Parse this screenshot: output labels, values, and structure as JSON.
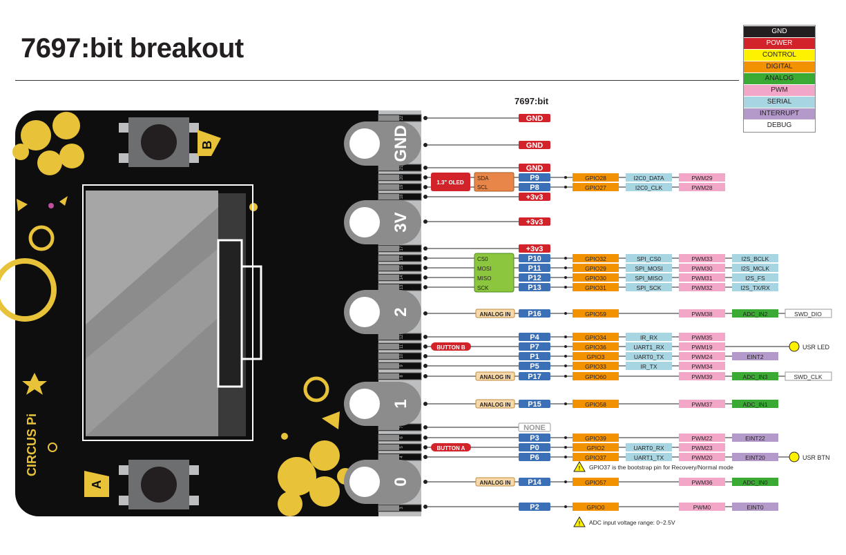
{
  "title": "7697:bit breakout",
  "header": "7697:bit",
  "legend": [
    {
      "label": "GND",
      "bg": "#231f20",
      "fg": "#ffffff"
    },
    {
      "label": "POWER",
      "bg": "#d2232a",
      "fg": "#ffffff"
    },
    {
      "label": "CONTROL",
      "bg": "#fff200",
      "fg": "#231f20"
    },
    {
      "label": "DIGITAL",
      "bg": "#f39200",
      "fg": "#231f20"
    },
    {
      "label": "ANALOG",
      "bg": "#3aaa35",
      "fg": "#231f20"
    },
    {
      "label": "PWM",
      "bg": "#f2a7c9",
      "fg": "#231f20"
    },
    {
      "label": "SERIAL",
      "bg": "#a8d5e2",
      "fg": "#231f20"
    },
    {
      "label": "INTERRUPT",
      "bg": "#b49acb",
      "fg": "#231f20"
    },
    {
      "label": "DEBUG",
      "bg": "#ffffff",
      "fg": "#231f20"
    }
  ],
  "colors": {
    "gnd": "#231f20",
    "power": "#d2232a",
    "digital": "#f39200",
    "analog": "#3aaa35",
    "pwm": "#f2a7c9",
    "serial": "#a8d5e2",
    "interrupt": "#b49acb",
    "pin": "#3b6fb6",
    "none": "#ffffff",
    "analog_in": "#f7d8a8",
    "board": "#0e0e0e",
    "gold": "#e8c33a"
  },
  "board": {
    "brand": "CIRCUS Pi",
    "button_a": "A",
    "button_b": "B",
    "pads": [
      "GND",
      "3V",
      "2",
      "1",
      "0"
    ],
    "edge_numbers": [
      "22",
      "21",
      "20",
      "19",
      "18",
      "17",
      "16",
      "15",
      "14",
      "13",
      "12",
      "11",
      "10",
      "9",
      "8",
      "7",
      "6",
      "5",
      "4",
      "3"
    ]
  },
  "pins": [
    {
      "name": "GND",
      "type": "gnd"
    },
    {
      "name": "GND",
      "type": "gnd"
    },
    {
      "name": "GND",
      "type": "gnd"
    },
    {
      "name": "P9",
      "type": "pin",
      "tag": "SDA",
      "gpio": "GPIO28",
      "serial": "I2C0_DATA",
      "pwm": "PWM29"
    },
    {
      "name": "P8",
      "type": "pin",
      "tag": "SCL",
      "gpio": "GPIO27",
      "serial": "I2C0_CLK",
      "pwm": "PWM28"
    },
    {
      "name": "+3v3",
      "type": "power"
    },
    {
      "name": "+3v3",
      "type": "power"
    },
    {
      "name": "+3v3",
      "type": "power"
    },
    {
      "name": "P10",
      "type": "pin",
      "tag": "CS0",
      "gpio": "GPIO32",
      "serial": "SPI_CS0",
      "pwm": "PWM33",
      "serial2": "I2S_BCLK"
    },
    {
      "name": "P11",
      "type": "pin",
      "tag": "MOSI",
      "gpio": "GPIO29",
      "serial": "SPI_MOSI",
      "pwm": "PWM30",
      "serial2": "I2S_MCLK"
    },
    {
      "name": "P12",
      "type": "pin",
      "tag": "MISO",
      "gpio": "GPIO30",
      "serial": "SPI_MISO",
      "pwm": "PWM31",
      "serial2": "I2S_FS"
    },
    {
      "name": "P13",
      "type": "pin",
      "tag": "SCK",
      "gpio": "GPIO31",
      "serial": "SPI_SCK",
      "pwm": "PWM32",
      "serial2": "I2S_TX/RX"
    },
    {
      "name": "P16",
      "type": "pin",
      "tag": "ANALOG IN",
      "gpio": "GPIO59",
      "pwm": "PWM38",
      "adc": "ADC_IN2",
      "debug": "SWD_DIO"
    },
    {
      "name": "P4",
      "type": "pin",
      "gpio": "GPIO34",
      "serial": "IR_RX",
      "pwm": "PWM35"
    },
    {
      "name": "P7",
      "type": "pin",
      "tag": "BUTTON B",
      "gpio": "GPIO36",
      "serial": "UART1_RX",
      "pwm": "PWM19",
      "extra": "USR LED"
    },
    {
      "name": "P1",
      "type": "pin",
      "gpio": "GPIO3",
      "serial": "UART0_TX",
      "pwm": "PWM24",
      "eint": "EINT2"
    },
    {
      "name": "P5",
      "type": "pin",
      "gpio": "GPIO33",
      "serial": "IR_TX",
      "pwm": "PWM34"
    },
    {
      "name": "P17",
      "type": "pin",
      "tag": "ANALOG IN",
      "gpio": "GPIO60",
      "pwm": "PWM39",
      "adc": "ADC_IN3",
      "debug": "SWD_CLK"
    },
    {
      "name": "P15",
      "type": "pin",
      "tag": "ANALOG IN",
      "gpio": "GPIO58",
      "pwm": "PWM37",
      "adc": "ADC_IN1"
    },
    {
      "name": "NONE",
      "type": "none"
    },
    {
      "name": "P3",
      "type": "pin",
      "gpio": "GPIO39",
      "pwm": "PWM22",
      "eint": "EINT22"
    },
    {
      "name": "P0",
      "type": "pin",
      "tag": "BUTTON A",
      "gpio": "GPIO2",
      "serial": "UART0_RX",
      "pwm": "PWM23"
    },
    {
      "name": "P6",
      "type": "pin",
      "gpio": "GPIO37",
      "serial": "UART1_TX",
      "pwm": "PWM20",
      "eint": "EINT20",
      "extra": "USR BTN"
    },
    {
      "name": "P14",
      "type": "pin",
      "tag": "ANALOG IN",
      "gpio": "GPIO57",
      "pwm": "PWM36",
      "adc": "ADC_IN0"
    },
    {
      "name": "P2",
      "type": "pin",
      "gpio": "GPIO0",
      "pwm": "PWM0",
      "eint": "EINT0"
    }
  ],
  "oled_label": "1.3\" OLED",
  "notes": [
    "GPIO37 is the bootstrap pin for Recovery/Normal mode",
    "ADC input voltage range: 0~2.5V"
  ]
}
